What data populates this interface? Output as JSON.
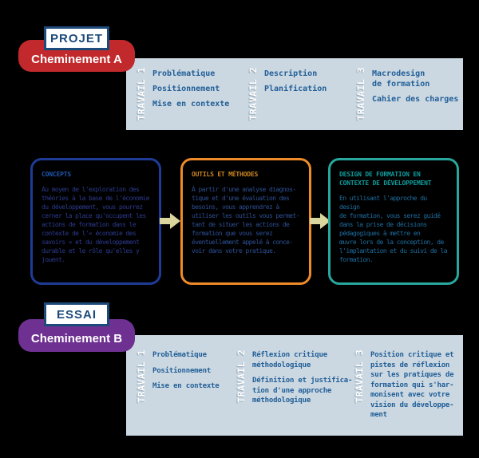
{
  "colors": {
    "background": "#000000",
    "red": "#c2292c",
    "purple": "#6e3191",
    "navy": "#1c4a7a",
    "panel_bg": "#cbd8e2",
    "item_text": "#215e96",
    "travail_label": "#ffffff",
    "arrow": "#dbd69d",
    "c1_border": "#1e3c96",
    "c1_title": "#1e55ae",
    "c1_body": "#2c3a8c",
    "c2_border": "#ee8b28",
    "c2_title": "#cc8522",
    "c2_body": "#2d4f93",
    "c3_border": "#28a79e",
    "c3_title": "#0f9c9c",
    "c3_body": "#1e6e9e"
  },
  "pathway_a": {
    "tag": "PROJET",
    "pill": "Cheminement A",
    "columns": [
      {
        "label": "TRAVAIL 1",
        "items": [
          "Problématique",
          "Positionnement",
          "Mise en contexte"
        ]
      },
      {
        "label": "TRAVAIL 2",
        "items": [
          "Description",
          "Planification"
        ]
      },
      {
        "label": "TRAVAIL 3",
        "items": [
          "Macrodesign\nde formation",
          "Cahier des charges"
        ]
      }
    ]
  },
  "concepts": [
    {
      "title": "CONCEPTS",
      "body": "Au moyen de l'exploration des\nthéories à la base de l'économie\ndu développement, vous pourrez\ncerner la place qu'occupent les\nactions de formation dans le\ncontexte de l'« économie des\nsavoirs » et du développement\ndurable et le rôle qu'elles y\njouent."
    },
    {
      "title": "OUTILS ET MÉTHODES",
      "body": "À partir d'une analyse diagnos-\ntique et d'une évaluation des\nbesoins, vous apprendrez à\nutiliser les outils vous permet-\ntant de situer les actions de\nformation que vous serez\néventuellement appelé à conce-\nvoir dans votre pratique."
    },
    {
      "title": "DESIGN DE FORMATION EN\nCONTEXTE DE DÉVELOPPEMENT",
      "body": "En utilisant l'approche du design\nde formation, vous serez guidé\ndans la prise de décisions\npédagogiques à mettre en\nœuvre lors de la conception, de\nl'implantation et du suivi de la\nformation."
    }
  ],
  "pathway_b": {
    "tag": "ESSAI",
    "pill": "Cheminement B",
    "columns": [
      {
        "label": "TRAVAIL 1",
        "items": [
          "Problématique",
          "Positionnement",
          "Mise en contexte"
        ]
      },
      {
        "label": "TRAVAIL 2",
        "items": [
          "Réflexion critique\nméthodologique",
          "Définition et justifica-\ntion d'une approche\nméthodologique"
        ]
      },
      {
        "label": "TRAVAIL 3",
        "items": [
          "Position critique et\npistes de réflexion\nsur les pratiques de\nformation qui s'har-\nmonisent avec votre\nvision du développe-\nment"
        ]
      }
    ]
  }
}
